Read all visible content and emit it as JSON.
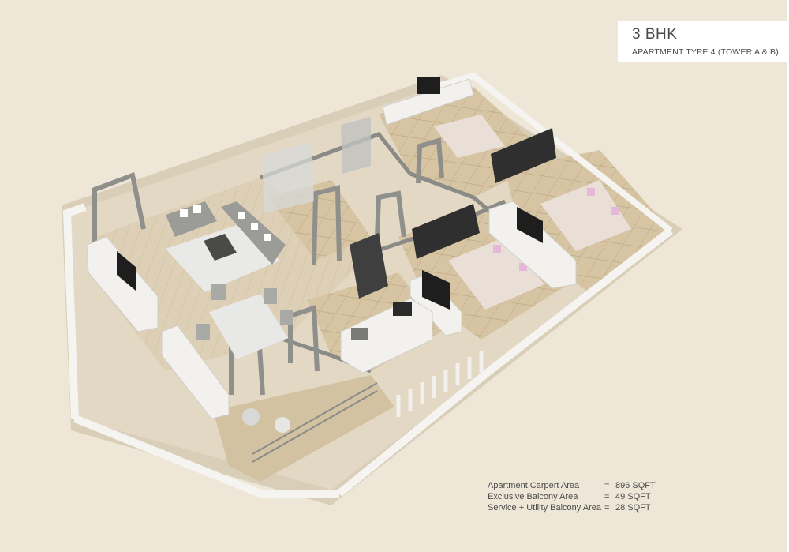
{
  "header": {
    "title": "3 BHK",
    "subtitle": "APARTMENT TYPE 4 (TOWER A & B)"
  },
  "areas": [
    {
      "label": "Apartment Carpert Area",
      "eq": "=",
      "value": "896 SQFT"
    },
    {
      "label": "Exclusive Balcony Area",
      "eq": "=",
      "value": "49 SQFT"
    },
    {
      "label": "Service + Utility Balcony Area",
      "eq": "=",
      "value": "28 SQFT"
    }
  ],
  "colors": {
    "background": "#eee7d8",
    "floor": "#d9c9ad",
    "tile": "#cdb994",
    "wall": "#f3f3f0",
    "furniture_dark": "#3c3c3c"
  }
}
